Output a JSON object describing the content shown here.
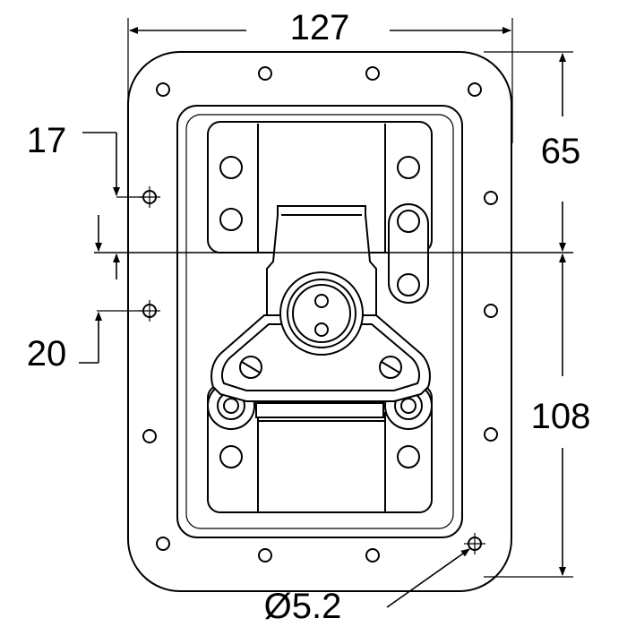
{
  "dimensions": {
    "width": "127",
    "upper_height": "65",
    "lower_height": "108",
    "left_offset_top": "17",
    "left_offset_bottom": "20",
    "hole_diameter": "Ø5.2"
  },
  "colors": {
    "line": "#000000",
    "background": "#ffffff"
  }
}
